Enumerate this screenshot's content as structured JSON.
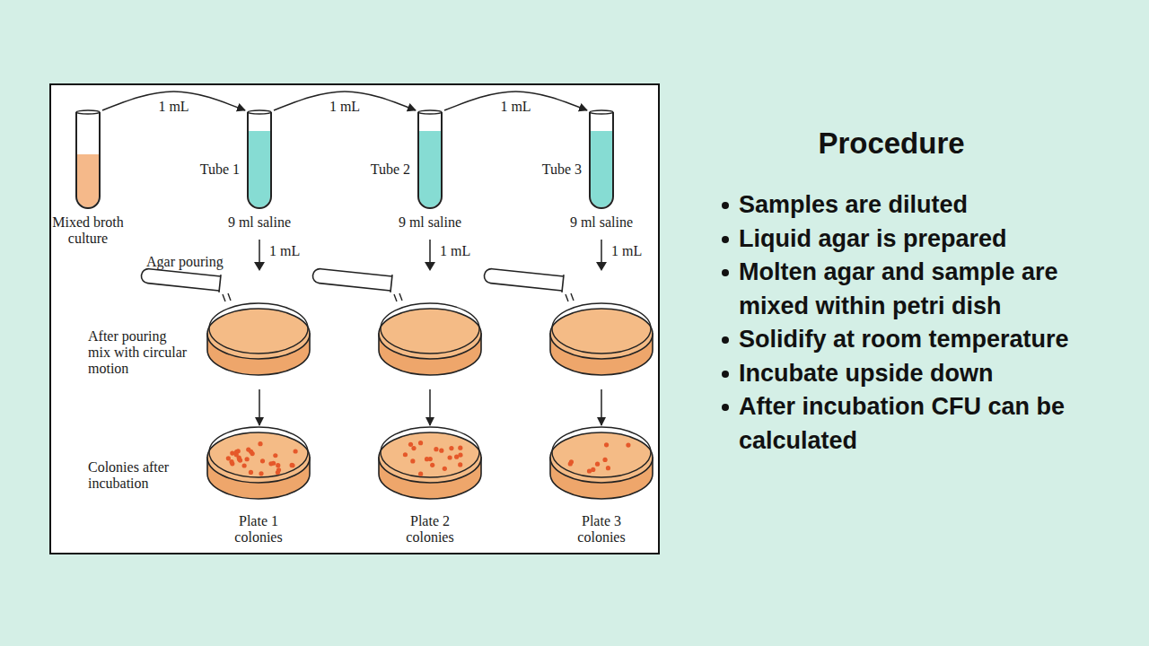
{
  "diagram": {
    "title": "Procedure",
    "nodes": [
      {
        "text": [
          "Mixed broth culture"
        ]
      },
      {
        "text": [
          "Tube 1",
          "9 ml saline"
        ]
      },
      {
        "text": [
          "Tube 2",
          "9 ml saline"
        ]
      },
      {
        "text": [
          "Tube 3",
          "9 ml saline"
        ]
      },
      {
        "text": [
          "Plate 1 colonies"
        ]
      },
      {
        "text": [
          "Plate 2 colonies"
        ]
      },
      {
        "text": [
          "Plate 3 colonies"
        ]
      }
    ],
    "edges": [
      {
        "from": 0,
        "to": 1,
        "label": "1 mL",
        "arrow": "to"
      },
      {
        "from": 1,
        "to": 2,
        "label": "1 mL",
        "arrow": "to"
      },
      {
        "from": 2,
        "to": 3,
        "label": "1 mL",
        "arrow": "to"
      },
      {
        "from": 1,
        "to": 4,
        "label": "1 mL",
        "arrow": "to"
      },
      {
        "from": 2,
        "to": 5,
        "label": "1 mL",
        "arrow": "to"
      },
      {
        "from": 3,
        "to": 6,
        "label": "1 mL",
        "arrow": "to"
      }
    ],
    "labels": [
      "Agar pouring",
      "After pouring mix with circular motion",
      "Colonies after incubation",
      "Samples are diluted",
      "Liquid agar is prepared",
      "Molten agar and sample are mixed within petri dish",
      "Solidify at room temperature",
      "Incubate upside down",
      "After incubation CFU can be calculated"
    ]
  }
}
